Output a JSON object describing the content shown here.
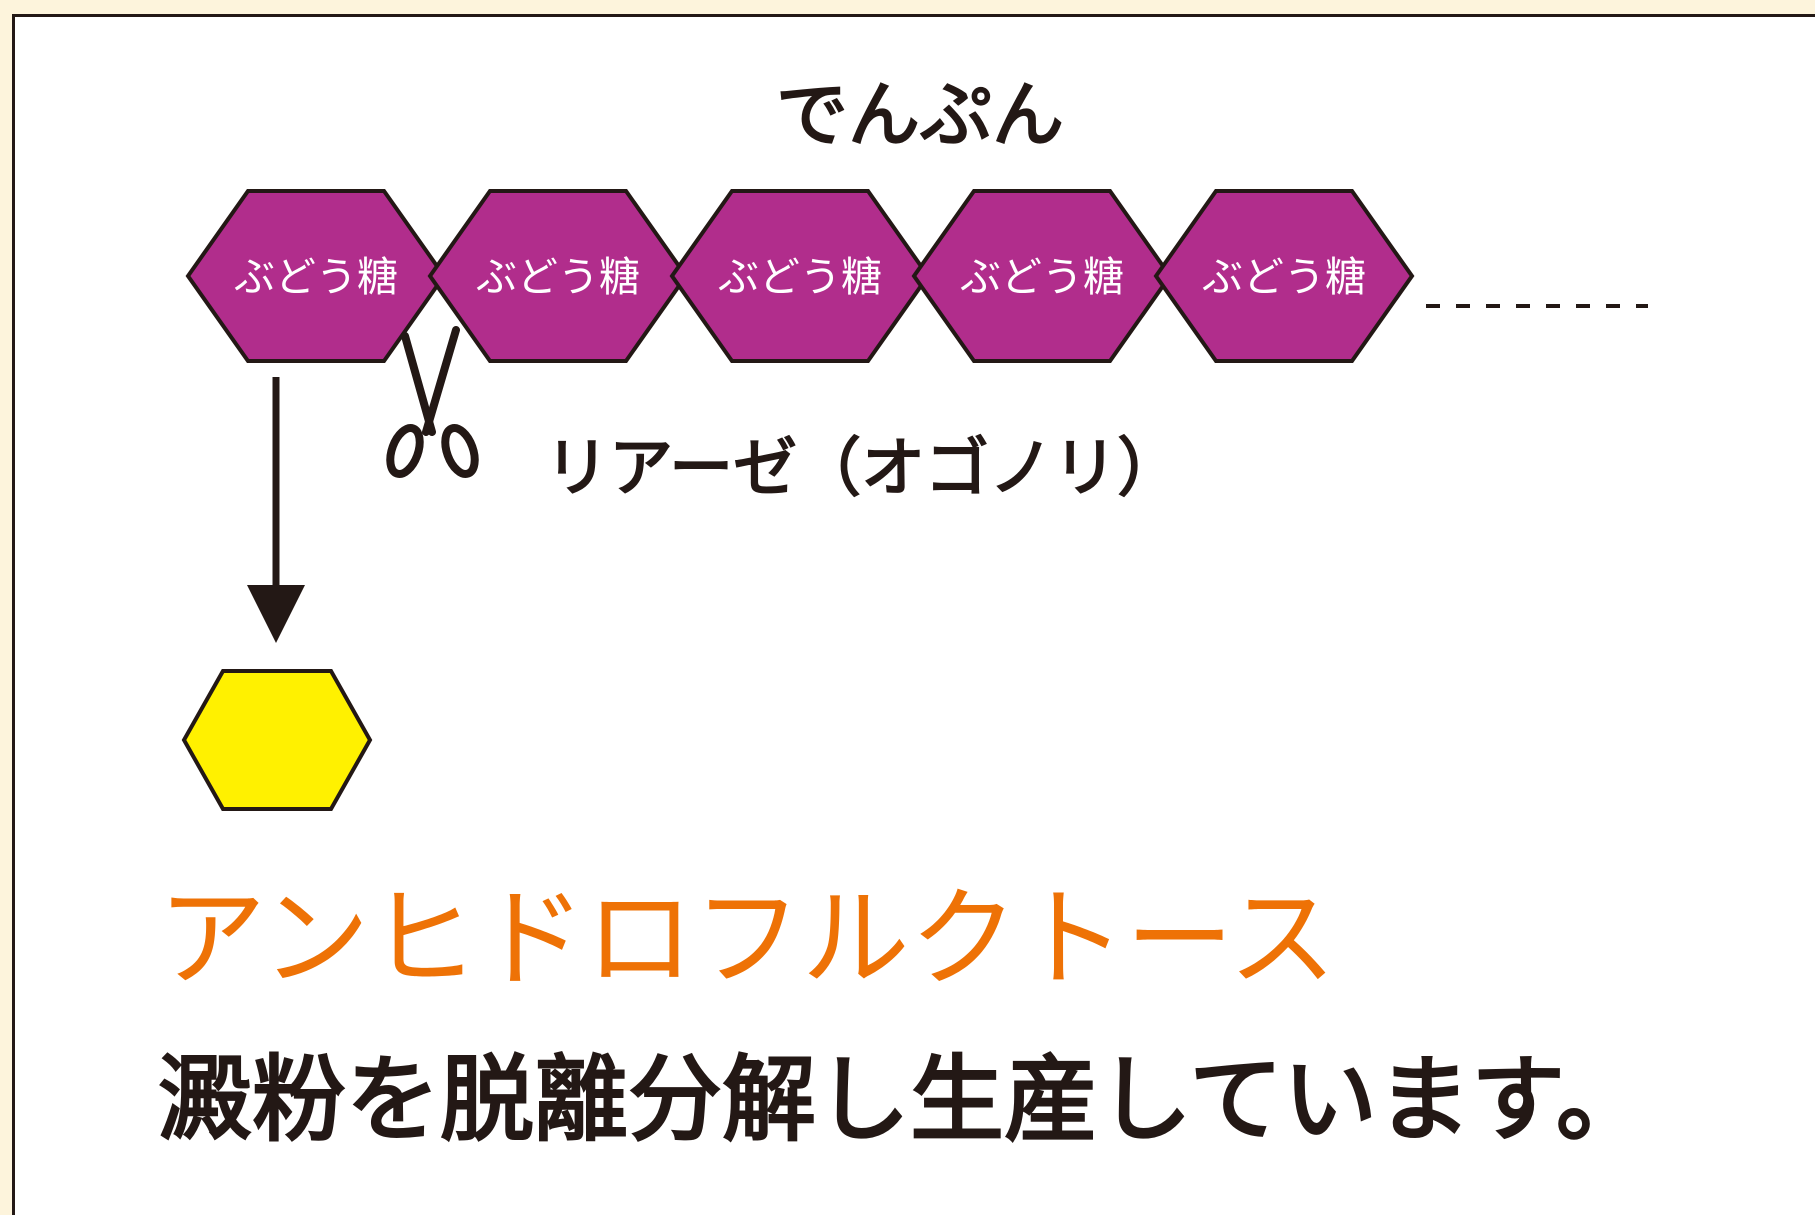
{
  "diagram": {
    "title": "でんぷん",
    "glucose_units": [
      {
        "label": "ぶどう糖"
      },
      {
        "label": "ぶどう糖"
      },
      {
        "label": "ぶどう糖"
      },
      {
        "label": "ぶどう糖"
      },
      {
        "label": "ぶどう糖"
      }
    ],
    "enzyme_label": "リアーゼ（オゴノリ）",
    "product_name": "アンヒドロフルクトース",
    "description": "澱粉を脱離分解し生産しています。",
    "icons": {
      "cut": "scissors-icon",
      "flow": "arrow-down-icon"
    },
    "colors": {
      "glucose_fill": "#b12d8c",
      "product_fill": "#fff100",
      "outline": "#231815",
      "product_text": "#ee7206",
      "text": "#231815"
    }
  }
}
